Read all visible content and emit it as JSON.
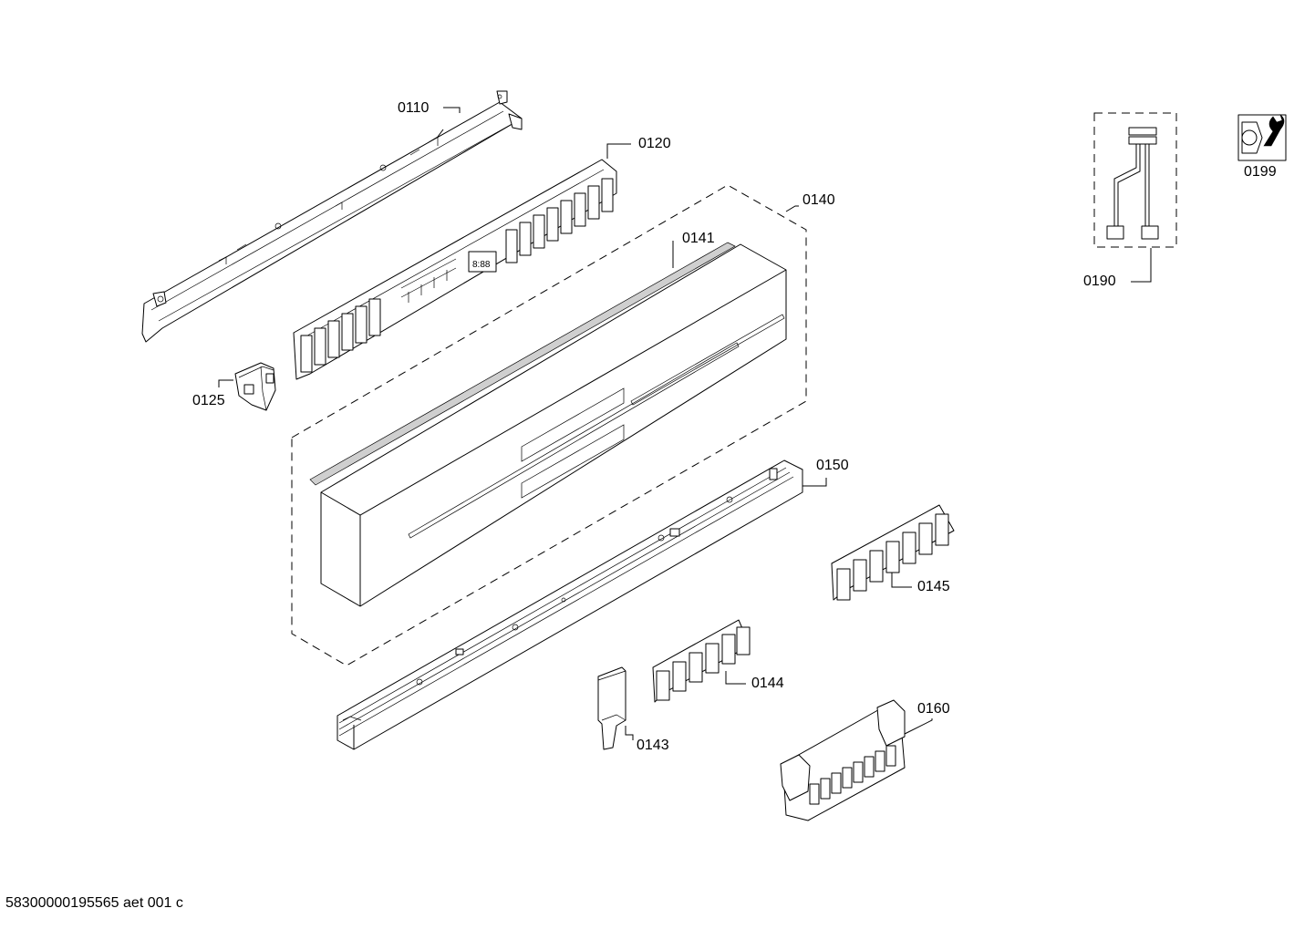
{
  "labels": {
    "p0110": "0110",
    "p0120": "0120",
    "p0125": "0125",
    "p0140": "0140",
    "p0141": "0141",
    "p0143": "0143",
    "p0144": "0144",
    "p0145": "0145",
    "p0150": "0150",
    "p0160": "0160",
    "p0190": "0190",
    "p0199": "0199"
  },
  "icons": {
    "service": "wrench-nut-icon"
  },
  "footer": "58300000195565 aet 001 c"
}
